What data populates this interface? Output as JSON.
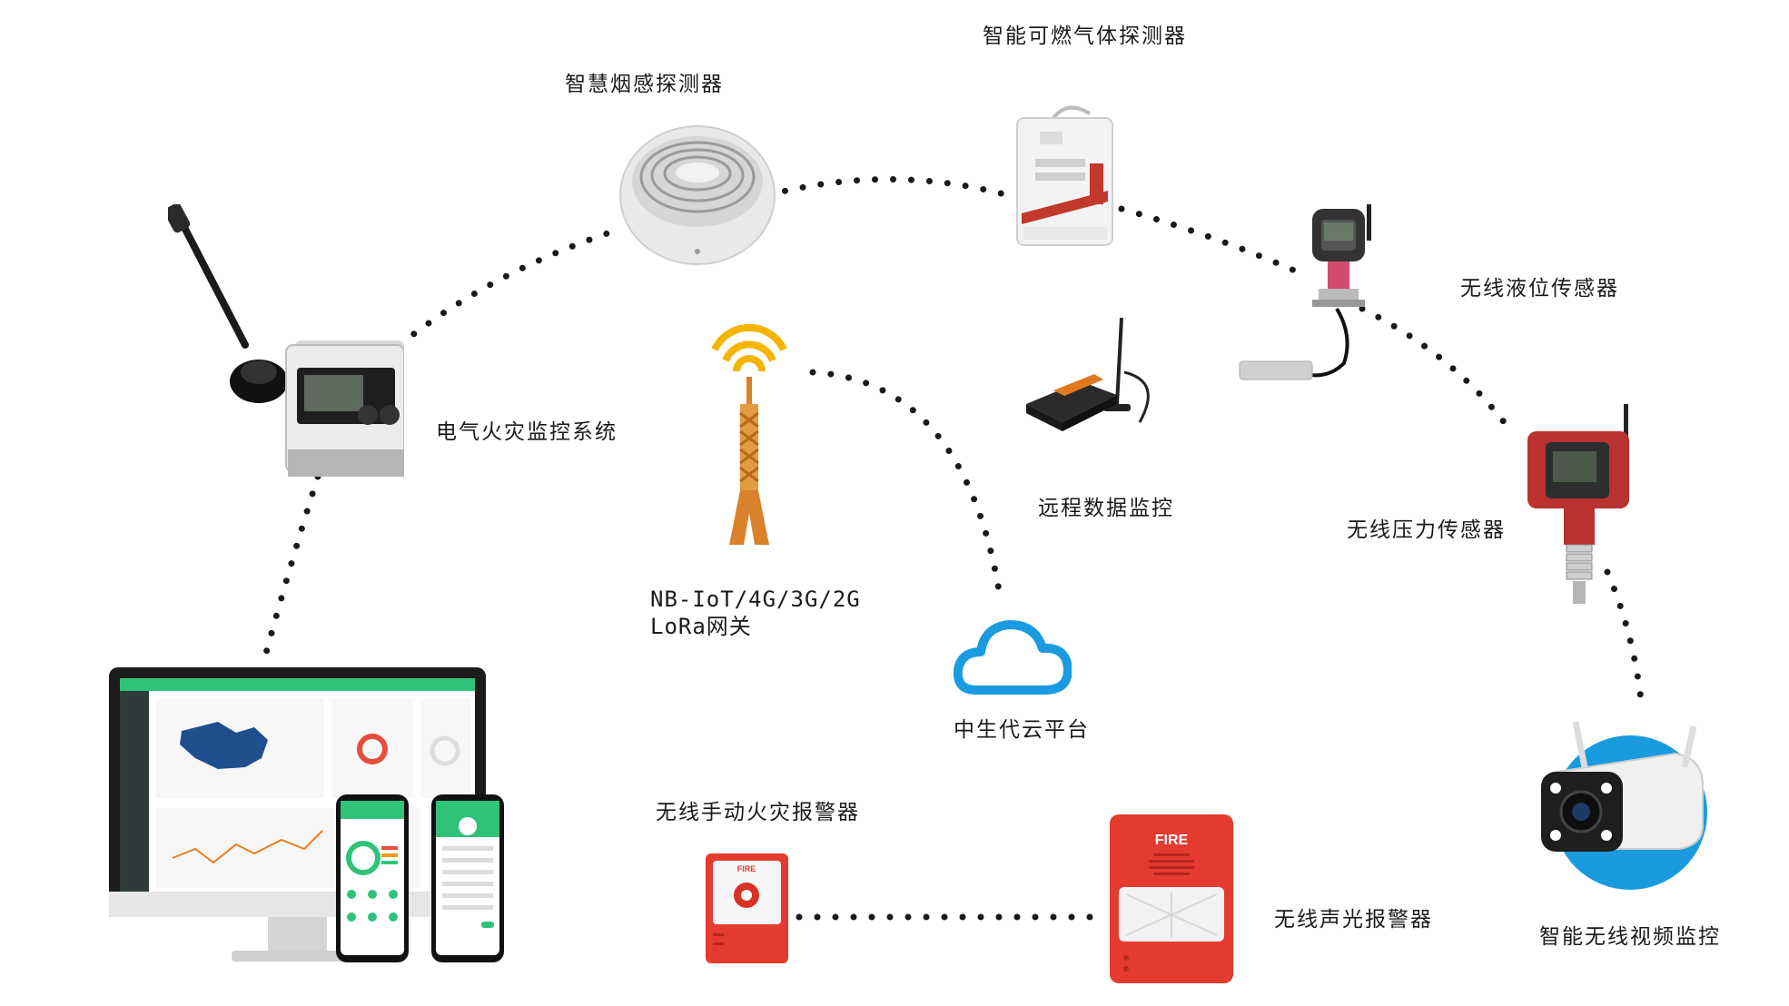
{
  "labels": {
    "electrical_fire": "电气火灾监控系统",
    "smoke_detector": "智慧烟感探测器",
    "gas_detector": "智能可燃气体探测器",
    "liquid_level": "无线液位传感器",
    "pressure": "无线压力传感器",
    "video": "智能无线视频监控",
    "remote_data": "远程数据监控",
    "gateway_line1": "NB-IoT/4G/3G/2G",
    "gateway_line2": "LoRa网关",
    "cloud": "中生代云平台",
    "manual_alarm": "无线手动火灾报警器",
    "sound_light_alarm": "无线声光报警器",
    "fire_text": "FIRE"
  },
  "colors": {
    "dots": "#1a1a1a",
    "cloud_blue": "#1a9be0",
    "alarm_red": "#e8322b",
    "tower_orange": "#d9822b",
    "signal_yellow": "#f5b400",
    "app_green": "#2fc37a"
  },
  "icons": {
    "electrical_fire": "din-rail-monitor-icon",
    "smoke_detector": "smoke-detector-icon",
    "gas_detector": "gas-detector-icon",
    "liquid_level": "level-sensor-icon",
    "pressure": "pressure-transmitter-icon",
    "video": "wifi-camera-icon",
    "remote_data": "dtu-router-icon",
    "gateway": "signal-tower-icon",
    "cloud": "cloud-icon",
    "manual_alarm": "manual-call-point-icon",
    "sound_light_alarm": "strobe-siren-icon",
    "computer": "desktop-monitor-icon",
    "phones": "mobile-phone-icon"
  }
}
